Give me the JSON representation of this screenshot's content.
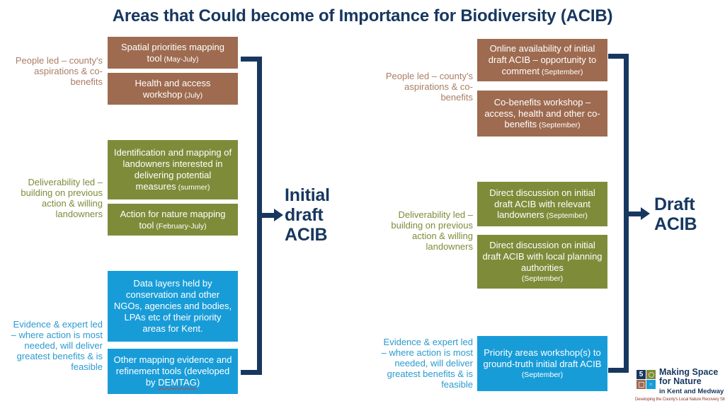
{
  "title": "Areas that Could become of Importance for Biodiversity (ACIB)",
  "palette": {
    "navy": "#17375f",
    "brown": "#9e6b50",
    "green": "#7e8c3a",
    "blue": "#189cd8",
    "flagged_underline_red": "#d23b28",
    "tagline_red": "#8e4030"
  },
  "stage1": {
    "outcome_label": "Initial draft ACIB",
    "groups": [
      {
        "label": "People led – county's aspirations & co-benefits",
        "boxes": [
          {
            "text": "Spatial priorities mapping tool",
            "date": "(May-July)"
          },
          {
            "text": "Health and access workshop",
            "date": "(July)"
          }
        ]
      },
      {
        "label": "Deliverability led – building on previous action & willing landowners",
        "boxes": [
          {
            "text": "Identification and mapping of landowners interested in delivering potential measures",
            "date": "(summer)"
          },
          {
            "text": "Action for nature mapping tool",
            "date": "(February-July)"
          }
        ]
      },
      {
        "label": "Evidence & expert led – where action is most needed, will deliver greatest benefits & is feasible",
        "boxes": [
          {
            "text": "Data layers held by conservation and other NGOs, agencies and bodies, LPAs etc of their priority areas for Kent."
          },
          {
            "text_before": "Other mapping evidence and refinement tools (developed by ",
            "flagged_word": "DEMTAG",
            "text_after": ")"
          }
        ]
      }
    ]
  },
  "stage2": {
    "outcome_label": "Draft ACIB",
    "groups": [
      {
        "label": "People led – county's aspirations & co-benefits",
        "boxes": [
          {
            "text": "Online availability of initial draft ACIB – opportunity to comment",
            "date": "(September)"
          },
          {
            "text": "Co-benefits workshop – access, health and other co-benefits",
            "date": "(September)"
          }
        ]
      },
      {
        "label": "Deliverability led – building on previous action & willing landowners",
        "boxes": [
          {
            "text": "Direct discussion on initial draft ACIB with relevant landowners",
            "date": "(September)"
          },
          {
            "text": "Direct discussion on initial draft ACIB with local planning authorities",
            "date": "(September)"
          }
        ]
      },
      {
        "label": "Evidence & expert led – where action is most needed, will deliver greatest benefits & is feasible",
        "boxes": [
          {
            "text": "Priority areas workshop(s) to ground-truth initial draft ACIB",
            "date": "(September)"
          }
        ]
      }
    ]
  },
  "logo": {
    "line1": "Making Space",
    "line2": "for Nature",
    "line3": "in Kent and Medway",
    "tagline": "Developing the County's Local Nature Recovery Strategy",
    "squares": [
      "navy-5-icon",
      "green-ring-icon",
      "brown-square-icon",
      "blue-wave-icon"
    ],
    "mark": "5"
  }
}
